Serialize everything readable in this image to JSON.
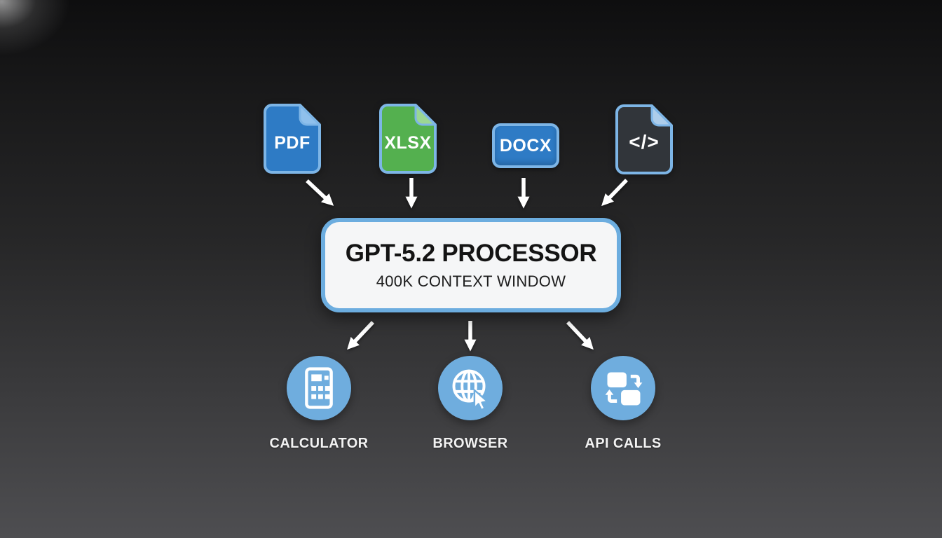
{
  "diagram": {
    "inputs": [
      {
        "label": "PDF",
        "shape": "document",
        "color": "#2e7bc5",
        "fold_color": "#8fc0ec"
      },
      {
        "label": "XLSX",
        "shape": "document",
        "color": "#54b04f",
        "fold_color": "#9bd793"
      },
      {
        "label": "DOCX",
        "shape": "rounded-rect",
        "color": "#2e7bc5"
      },
      {
        "label": "</>",
        "shape": "document",
        "color": "#31353a",
        "fold_color": "#adcdea"
      }
    ],
    "processor": {
      "title": "GPT-5.2 PROCESSOR",
      "subtitle": "400K CONTEXT WINDOW"
    },
    "outputs": [
      {
        "label": "CALCULATOR",
        "icon": "calculator-icon"
      },
      {
        "label": "BROWSER",
        "icon": "browser-icon"
      },
      {
        "label": "API CALLS",
        "icon": "api-calls-icon"
      }
    ],
    "colors": {
      "icon_border": "#7db5e6",
      "processor_border": "#6caddf",
      "processor_bg": "#f5f6f7",
      "circle_blue": "#6fadde",
      "arrow": "#ffffff",
      "title_text": "#141414",
      "label_text": "#f2f2f2",
      "background_top": "#0e0e0f",
      "background_bottom": "#4e4e51"
    }
  }
}
